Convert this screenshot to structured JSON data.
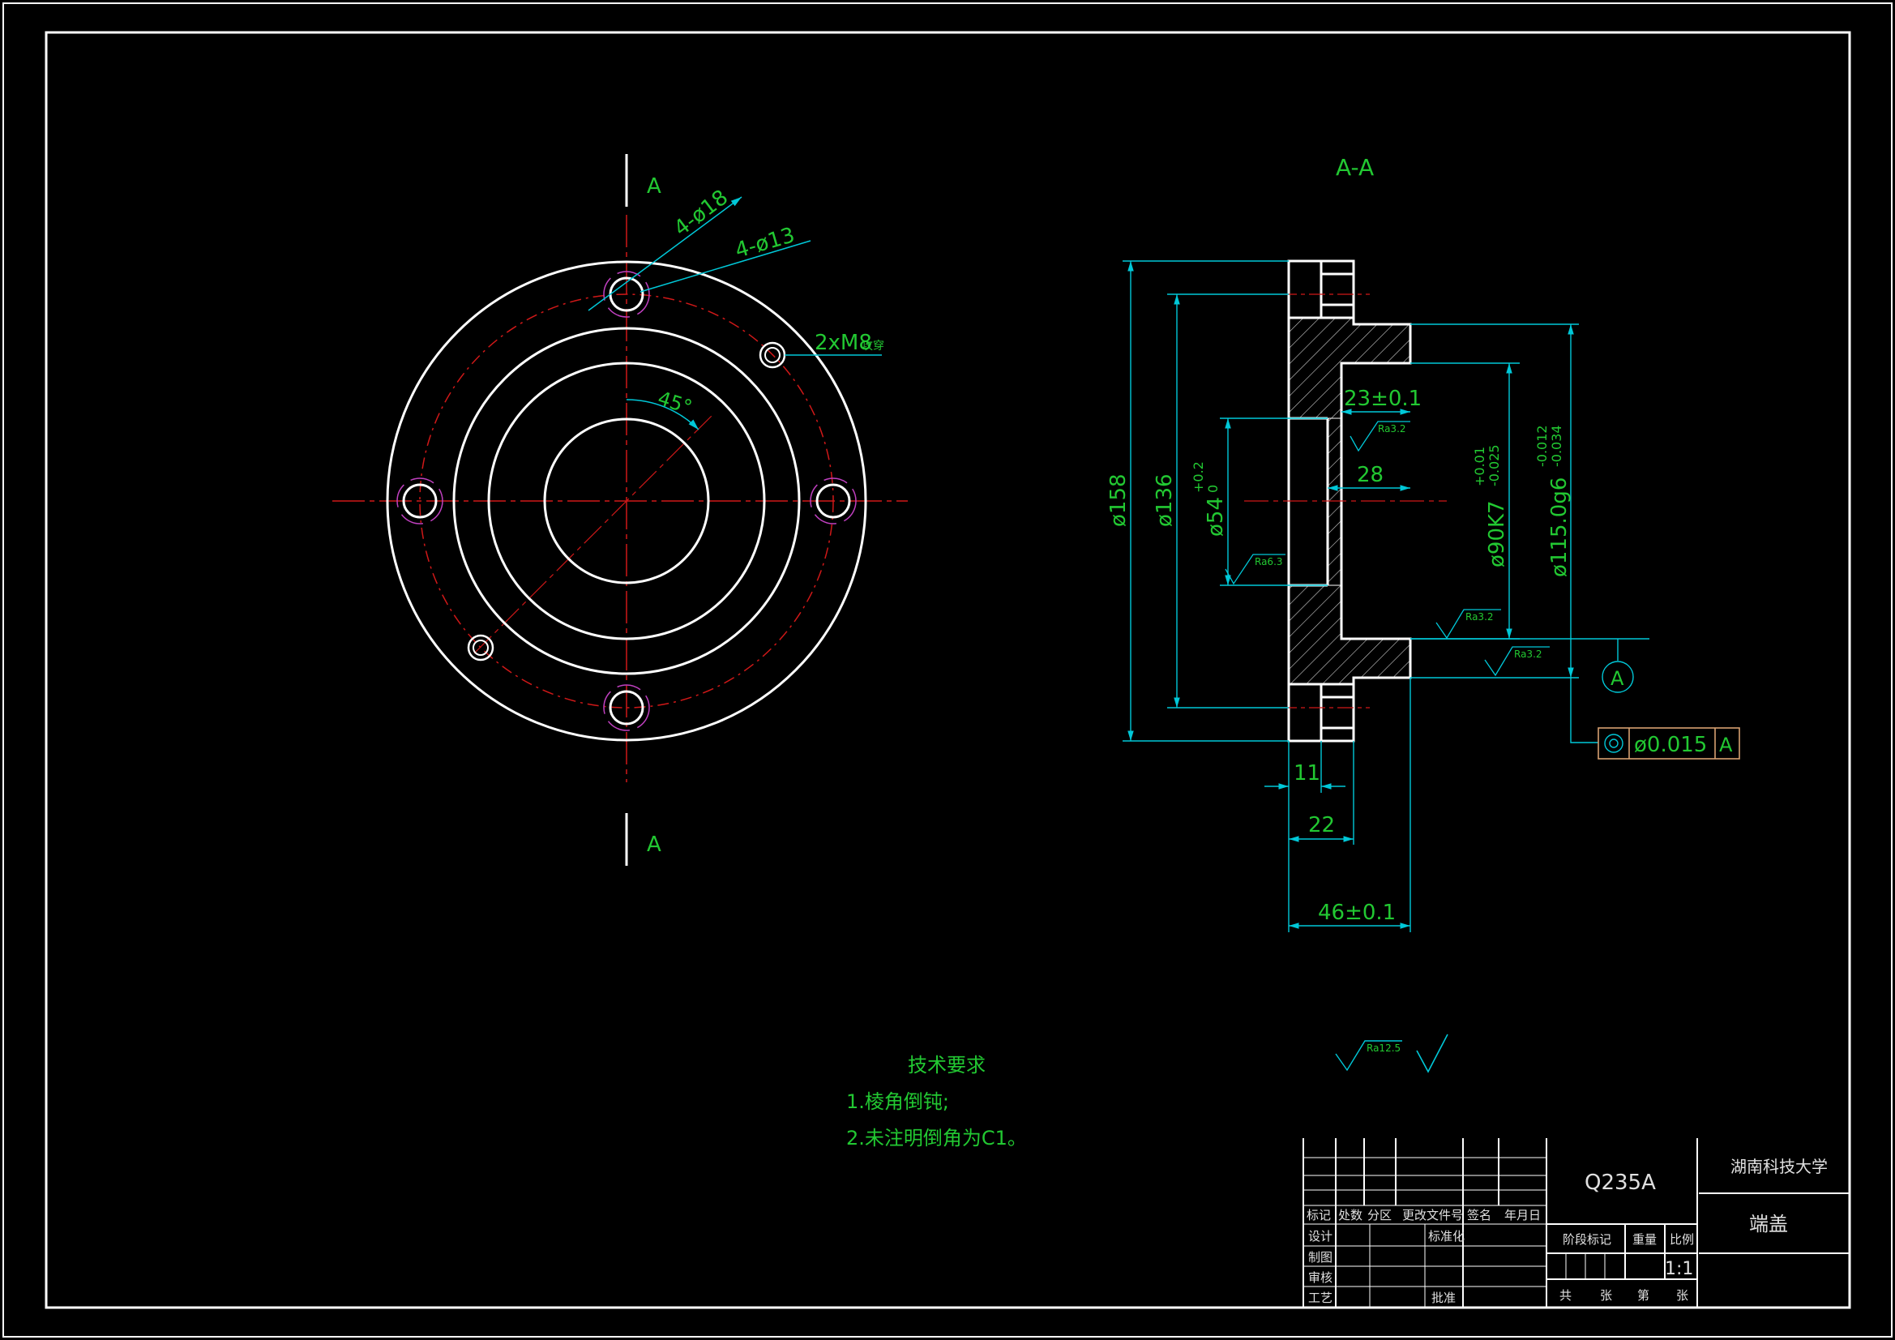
{
  "section_label": "A",
  "section_title": "A-A",
  "dims": {
    "holes_outer": "4-ø18",
    "holes_inner": "4-ø13",
    "tapped": "2xM8",
    "tapped_note": "攻穿",
    "angle": "45°",
    "d158": "ø158",
    "d136": "ø136",
    "d54": "ø54",
    "d54_tol_up": "+0.2",
    "d54_tol_dn": "0",
    "d90": "ø90K7",
    "d90_tol_up": "+0.01",
    "d90_tol_dn": "-0.025",
    "d115": "ø115.0g6",
    "d115_tol_up": "-0.012",
    "d115_tol_dn": "-0.034",
    "l23": "23±0.1",
    "l28": "28",
    "l11": "11",
    "l22": "22",
    "l46": "46±0.1"
  },
  "roughness": {
    "ra32": "Ra3.2",
    "ra63": "Ra6.3",
    "ra125": "Ra12.5"
  },
  "datum": "A",
  "tolerance_frame": {
    "value": "ø0.015",
    "datum": "A"
  },
  "notes": {
    "title": "技术要求",
    "line1": "1.棱角倒钝;",
    "line2": "2.未注明倒角为C1。"
  },
  "title_block": {
    "material": "Q235A",
    "school": "湖南科技大学",
    "part_name": "端盖",
    "headers": [
      "标记",
      "处数",
      "分区",
      "更改文件号",
      "签名",
      "年月日"
    ],
    "roles": [
      "设计",
      "制图",
      "审核",
      "工艺"
    ],
    "standardize": "标准化",
    "approve": "批准",
    "stage_mark": "阶段标记",
    "weight": "重量",
    "scale_label": "比例",
    "scale": "1:1",
    "sheets_total": "共",
    "sheets_unit": "张",
    "sheet_no": "第",
    "sheet_unit2": "张"
  },
  "colors": {
    "outline": "#ffffff",
    "dimension": "#00c8d8",
    "text": "#22c832",
    "centerline": "#d01818",
    "thread": "#c040c0"
  }
}
